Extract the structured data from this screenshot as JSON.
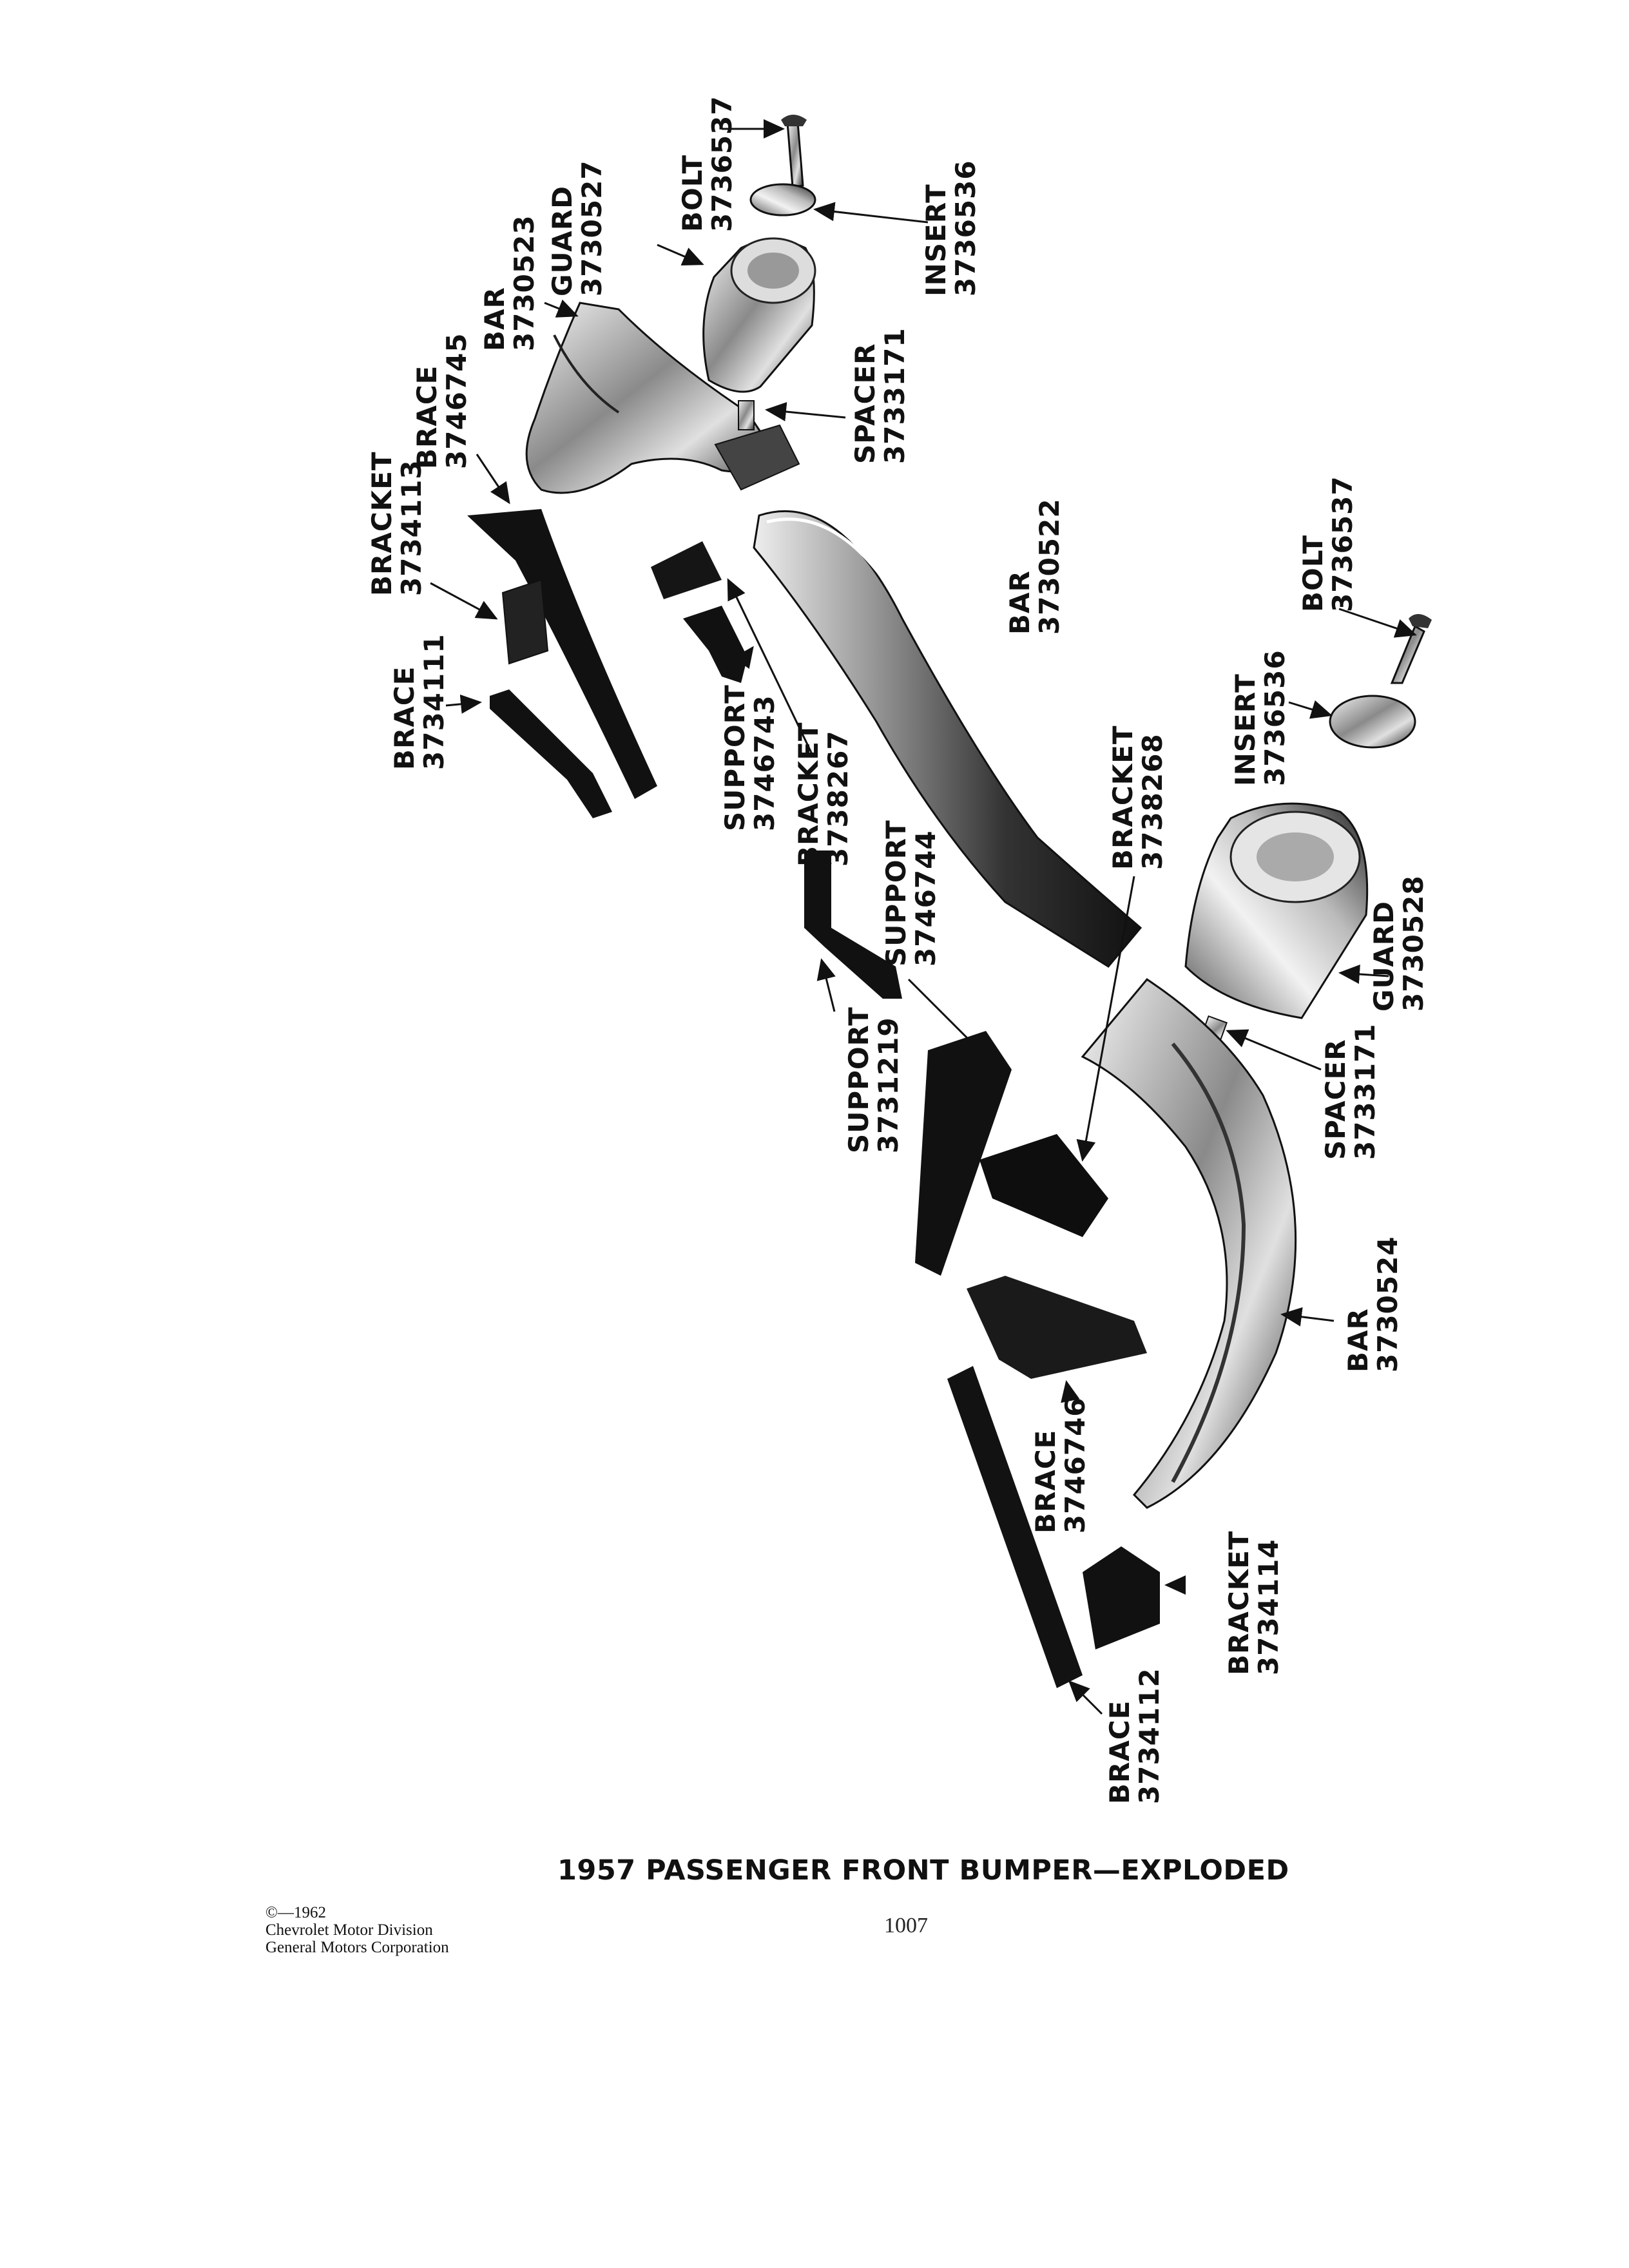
{
  "title": "1957 PASSENGER FRONT BUMPER—EXPLODED",
  "page_number": "1007",
  "copyright": {
    "line1": "©—1962",
    "line2": "Chevrolet Motor Division",
    "line3": "General Motors Corporation"
  },
  "parts": [
    {
      "id": "bolt-top",
      "name": "BOLT",
      "number": "3736537"
    },
    {
      "id": "guard-top",
      "name": "GUARD",
      "number": "3730527"
    },
    {
      "id": "bar-left",
      "name": "BAR",
      "number": "3730523"
    },
    {
      "id": "brace-3746745",
      "name": "BRACE",
      "number": "3746745"
    },
    {
      "id": "bracket-3734113",
      "name": "BRACKET",
      "number": "3734113"
    },
    {
      "id": "brace-3734111",
      "name": "BRACE",
      "number": "3734111"
    },
    {
      "id": "insert-top",
      "name": "INSERT",
      "number": "3736536"
    },
    {
      "id": "spacer-top",
      "name": "SPACER",
      "number": "3733171"
    },
    {
      "id": "bar-center",
      "name": "BAR",
      "number": "3730522"
    },
    {
      "id": "bolt-right",
      "name": "BOLT",
      "number": "3736537"
    },
    {
      "id": "insert-right",
      "name": "INSERT",
      "number": "3736536"
    },
    {
      "id": "support-3746743",
      "name": "SUPPORT",
      "number": "3746743"
    },
    {
      "id": "bracket-3738267",
      "name": "BRACKET",
      "number": "3738267"
    },
    {
      "id": "support-3746744",
      "name": "SUPPORT",
      "number": "3746744"
    },
    {
      "id": "bracket-3738268",
      "name": "BRACKET",
      "number": "3738268"
    },
    {
      "id": "guard-right",
      "name": "GUARD",
      "number": "3730528"
    },
    {
      "id": "support-3731219",
      "name": "SUPPORT",
      "number": "3731219"
    },
    {
      "id": "spacer-right",
      "name": "SPACER",
      "number": "3733171"
    },
    {
      "id": "bar-right",
      "name": "BAR",
      "number": "3730524"
    },
    {
      "id": "brace-3746746",
      "name": "BRACE",
      "number": "3746746"
    },
    {
      "id": "bracket-3734114",
      "name": "BRACKET",
      "number": "3734114"
    },
    {
      "id": "brace-3734112",
      "name": "BRACE",
      "number": "3734112"
    }
  ]
}
